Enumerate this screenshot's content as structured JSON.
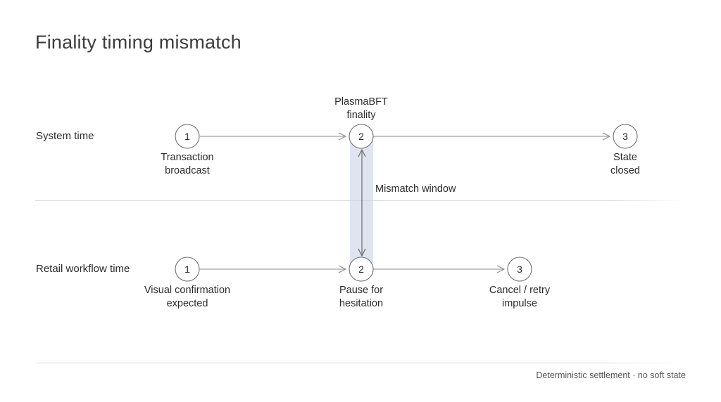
{
  "title": "Finality timing mismatch",
  "footer": {
    "note": "Deterministic settlement · no soft state"
  },
  "lanes": [
    {
      "id": "system-time",
      "label": "System time",
      "nodes": [
        {
          "num": "1",
          "caption": "Transaction\nbroadcast",
          "top_label": ""
        },
        {
          "num": "2",
          "caption": "",
          "top_label": "PlasmaBFT\nfinality"
        },
        {
          "num": "3",
          "caption": "State\nclosed",
          "top_label": ""
        }
      ]
    },
    {
      "id": "retail-workflow-time",
      "label": "Retail workflow time",
      "nodes": [
        {
          "num": "1",
          "caption": "Visual confirmation\nexpected",
          "top_label": ""
        },
        {
          "num": "2",
          "caption": "Pause for\nhesitation",
          "top_label": ""
        },
        {
          "num": "3",
          "caption": "Cancel / retry\nimpulse",
          "top_label": ""
        }
      ]
    }
  ],
  "annotation": {
    "mismatch_window_label": "Mismatch window"
  },
  "colors": {
    "band": "#ccd4e7",
    "line": "#8a8a8a",
    "text": "#2b2b2b",
    "title": "#3c3c3c",
    "divider": "#dcdcdc"
  }
}
